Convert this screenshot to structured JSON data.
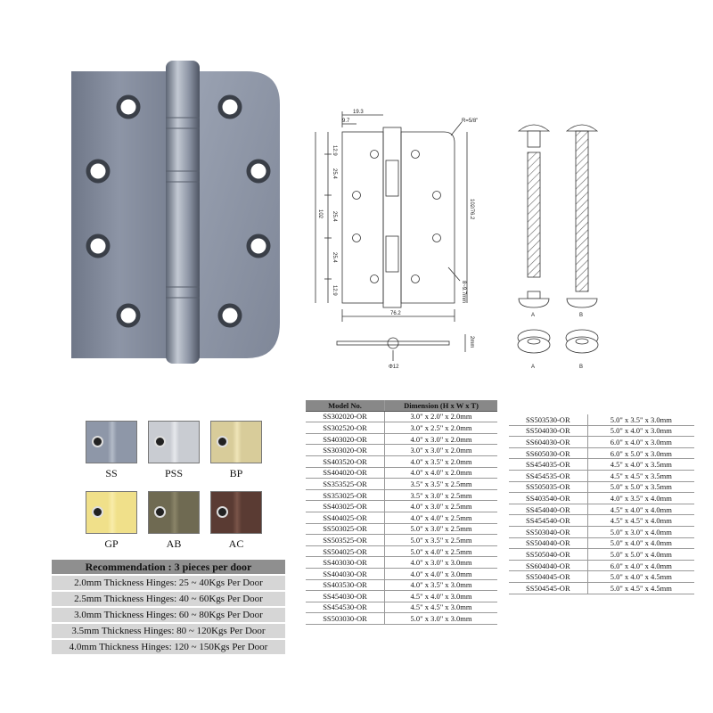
{
  "drawing": {
    "dim_19_3": "19.3",
    "dim_9_7": "9.7",
    "radius": "R=5/8\"",
    "dim_12_9_top": "12.9",
    "dim_25_4_a": "25.4",
    "dim_25_4_b": "25.4",
    "dim_25_4_c": "25.4",
    "dim_12_9_bottom": "12.9",
    "dim_102": "102",
    "dim_width_vertical": "102/76.2",
    "hole_spec": "8~9.7mm",
    "dim_76_2": "76.2",
    "dim_2mm": "2mm",
    "dim_dia_12": "Φ12",
    "screw_a": "A",
    "screw_b": "B",
    "bearing_a": "A",
    "bearing_b": "B"
  },
  "finishes": [
    {
      "label": "SS",
      "color": "#8e97a8",
      "knuckle": "#b3bbc8"
    },
    {
      "label": "PSS",
      "color": "#c9ccd2",
      "knuckle": "#e6e8ec"
    },
    {
      "label": "BP",
      "color": "#d8cc9a",
      "knuckle": "#efe5b8"
    },
    {
      "label": "GP",
      "color": "#f0e08a",
      "knuckle": "#f8ecaa"
    },
    {
      "label": "AB",
      "color": "#6f6a52",
      "knuckle": "#8a8468"
    },
    {
      "label": "AC",
      "color": "#5a3b33",
      "knuckle": "#7a5449"
    }
  ],
  "recommendation": {
    "title": "Recommendation : 3 pieces per door",
    "rows": [
      "2.0mm Thickness Hinges: 25 ~ 40Kgs Per Door",
      "2.5mm Thickness Hinges: 40 ~ 60Kgs Per Door",
      "3.0mm Thickness Hinges: 60 ~ 80Kgs Per Door",
      "3.5mm Thickness Hinges: 80 ~ 120Kgs Per Door",
      "4.0mm Thickness Hinges: 120 ~ 150Kgs Per Door"
    ]
  },
  "table": {
    "header_model": "Model No.",
    "header_dimension": "Dimension (H x W x T)",
    "left_rows": [
      [
        "SS302020-OR",
        "3.0\" x 2.0\" x 2.0mm"
      ],
      [
        "SS302520-OR",
        "3.0\" x 2.5\" x 2.0mm"
      ],
      [
        "SS403020-OR",
        "4.0\" x 3.0\" x 2.0mm"
      ],
      [
        "SS303020-OR",
        "3.0\" x 3.0\" x 2.0mm"
      ],
      [
        "SS403520-OR",
        "4.0\" x 3.5\" x 2.0mm"
      ],
      [
        "SS404020-OR",
        "4.0\" x 4.0\" x 2.0mm"
      ],
      [
        "SS353525-OR",
        "3.5\" x 3.5\" x 2.5mm"
      ],
      [
        "SS353025-OR",
        "3.5\" x 3.0\" x 2.5mm"
      ],
      [
        "SS403025-OR",
        "4.0\" x 3.0\" x 2.5mm"
      ],
      [
        "SS404025-OR",
        "4.0\" x 4.0\" x 2.5mm"
      ],
      [
        "SS503025-OR",
        "5.0\" x 3.0\" x 2.5mm"
      ],
      [
        "SS503525-OR",
        "5.0\" x 3.5\" x 2.5mm"
      ],
      [
        "SS504025-OR",
        "5.0\" x 4.0\" x 2.5mm"
      ],
      [
        "SS403030-OR",
        "4.0\" x 3.0\" x 3.0mm"
      ],
      [
        "SS404030-OR",
        "4.0\" x 4.0\" x 3.0mm"
      ],
      [
        "SS403530-OR",
        "4.0\" x 3.5\" x 3.0mm"
      ],
      [
        "SS454030-OR",
        "4.5\" x 4.0\" x 3.0mm"
      ],
      [
        "SS454530-OR",
        "4.5\" x 4.5\" x 3.0mm"
      ],
      [
        "SS503030-OR",
        "5.0\" x 3.0\" x 3.0mm"
      ]
    ],
    "right_rows": [
      [
        "SS503530-OR",
        "5.0\" x 3.5\" x 3.0mm"
      ],
      [
        "SS504030-OR",
        "5.0\" x 4.0\" x 3.0mm"
      ],
      [
        "SS604030-OR",
        "6.0\" x 4.0\" x 3.0mm"
      ],
      [
        "SS605030-OR",
        "6.0\" x 5.0\" x 3.0mm"
      ],
      [
        "SS454035-OR",
        "4.5\" x 4.0\" x 3.5mm"
      ],
      [
        "SS454535-OR",
        "4.5\" x 4.5\" x 3.5mm"
      ],
      [
        "SS505035-OR",
        "5.0\" x 5.0\" x 3.5mm"
      ],
      [
        "SS403540-OR",
        "4.0\" x 3.5\" x 4.0mm"
      ],
      [
        "SS454040-OR",
        "4.5\" x 4.0\" x 4.0mm"
      ],
      [
        "SS454540-OR",
        "4.5\" x 4.5\" x 4.0mm"
      ],
      [
        "SS503040-OR",
        "5.0\" x 3.0\" x 4.0mm"
      ],
      [
        "SS504040-OR",
        "5.0\" x 4.0\" x 4.0mm"
      ],
      [
        "SS505040-OR",
        "5.0\" x 5.0\" x 4.0mm"
      ],
      [
        "SS604040-OR",
        "6.0\" x 4.0\" x 4.0mm"
      ],
      [
        "SS504045-OR",
        "5.0\" x 4.0\" x 4.5mm"
      ],
      [
        "SS504545-OR",
        "5.0\" x 4.5\" x 4.5mm"
      ]
    ]
  }
}
